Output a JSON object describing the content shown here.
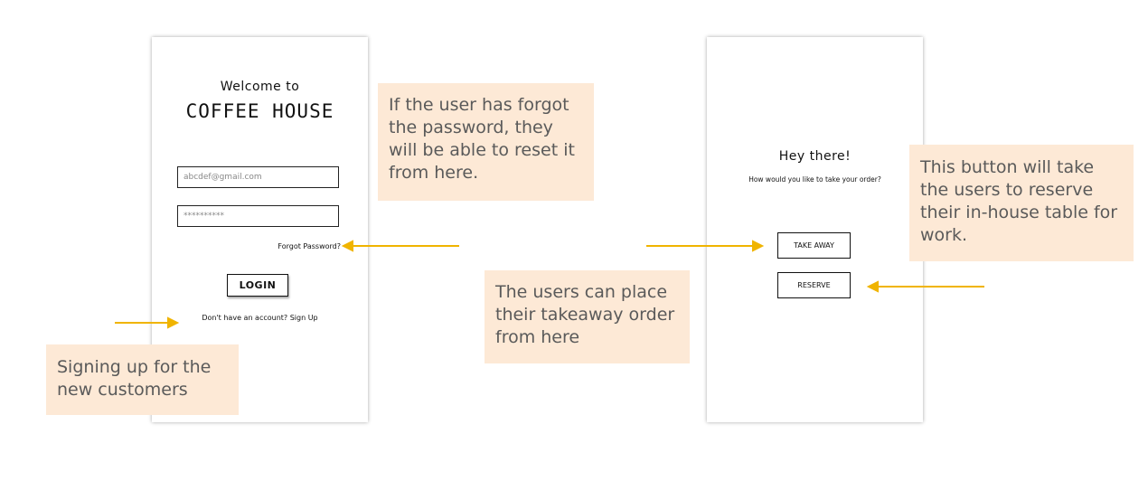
{
  "login_screen": {
    "welcome": "Welcome to",
    "brand": "COFFEE HOUSE",
    "email_placeholder": "abcdef@gmail.com",
    "password_placeholder": "**********",
    "forgot_password": "Forgot Password?",
    "login_button": "LOGIN",
    "signup_text": "Don't have an account? Sign Up"
  },
  "order_screen": {
    "greeting": "Hey there!",
    "question": "How would you like to take your order?",
    "takeaway_button": "TAKE AWAY",
    "reserve_button": "RESERVE"
  },
  "annotations": {
    "forgot_note": "If the user has forgot the password, they will be able to reset it from here.",
    "signup_note": "Signing up for the new customers",
    "takeaway_note": "The users can place their takeaway order from here",
    "reserve_note": "This button will take the users to reserve their in-house table for work."
  },
  "colors": {
    "note_background": "#fde9d6",
    "note_text": "#5a5a5a",
    "arrow": "#f0b400"
  }
}
